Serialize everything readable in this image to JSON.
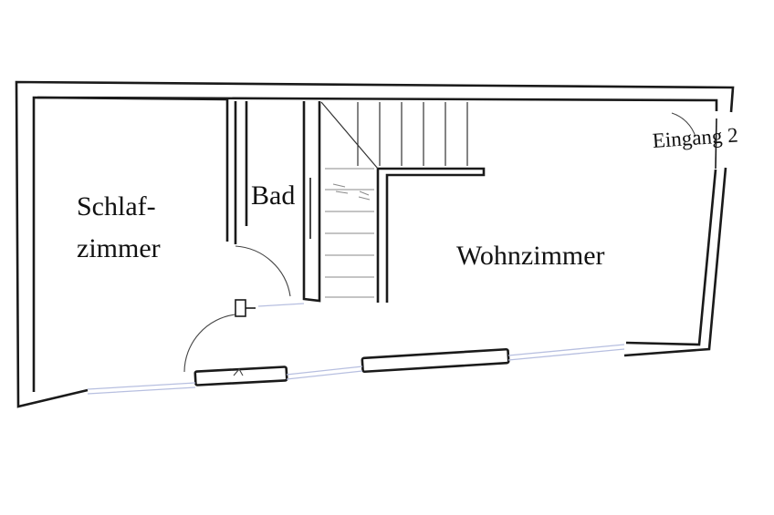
{
  "rooms": {
    "schlafzimmer_line1": "Schlaf-",
    "schlafzimmer_line2": "zimmer",
    "bad": "Bad",
    "wohnzimmer": "Wohnzimmer",
    "eingang": "Eingang 2"
  }
}
